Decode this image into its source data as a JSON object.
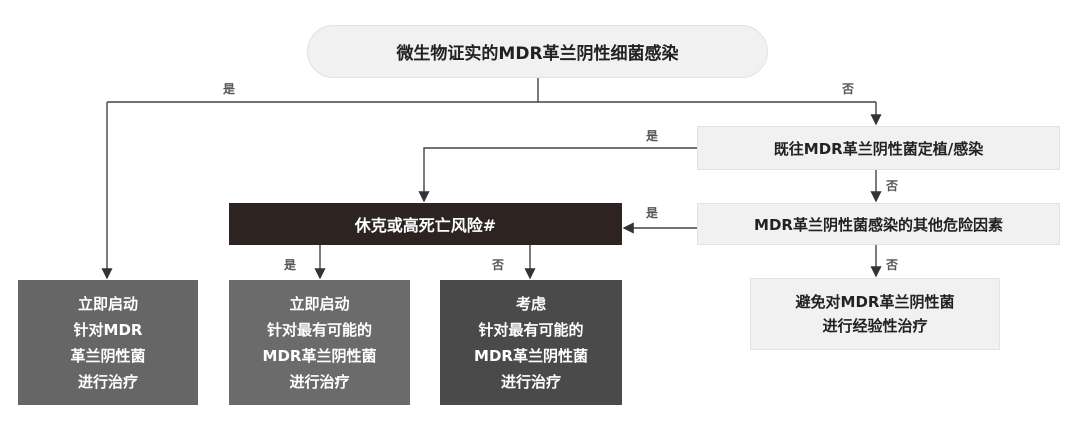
{
  "nodes": {
    "root": "微生物证实的MDR革兰阴性细菌感染",
    "prior": "既往MDR革兰阴性菌定植/感染",
    "other_risk": "MDR革兰阴性菌感染的其他危险因素",
    "shock": "休克或高死亡风险#",
    "avoid": [
      "避免对MDR革兰阴性菌",
      "进行经验性治疗"
    ],
    "start_targeted": [
      "立即启动",
      "针对MDR",
      "革兰阴性菌",
      "进行治疗"
    ],
    "start_likely": [
      "立即启动",
      "针对最有可能的",
      "MDR革兰阴性菌",
      "进行治疗"
    ],
    "consider_likely": [
      "考虑",
      "针对最有可能的",
      "MDR革兰阴性菌",
      "进行治疗"
    ]
  },
  "labels": {
    "yes": "是",
    "no": "否"
  },
  "colors": {
    "dark": "#2d2321",
    "gray1": "#666666",
    "gray2": "#6b6b6b",
    "gray3": "#4a4a4a",
    "light": "#f1f1f1"
  }
}
